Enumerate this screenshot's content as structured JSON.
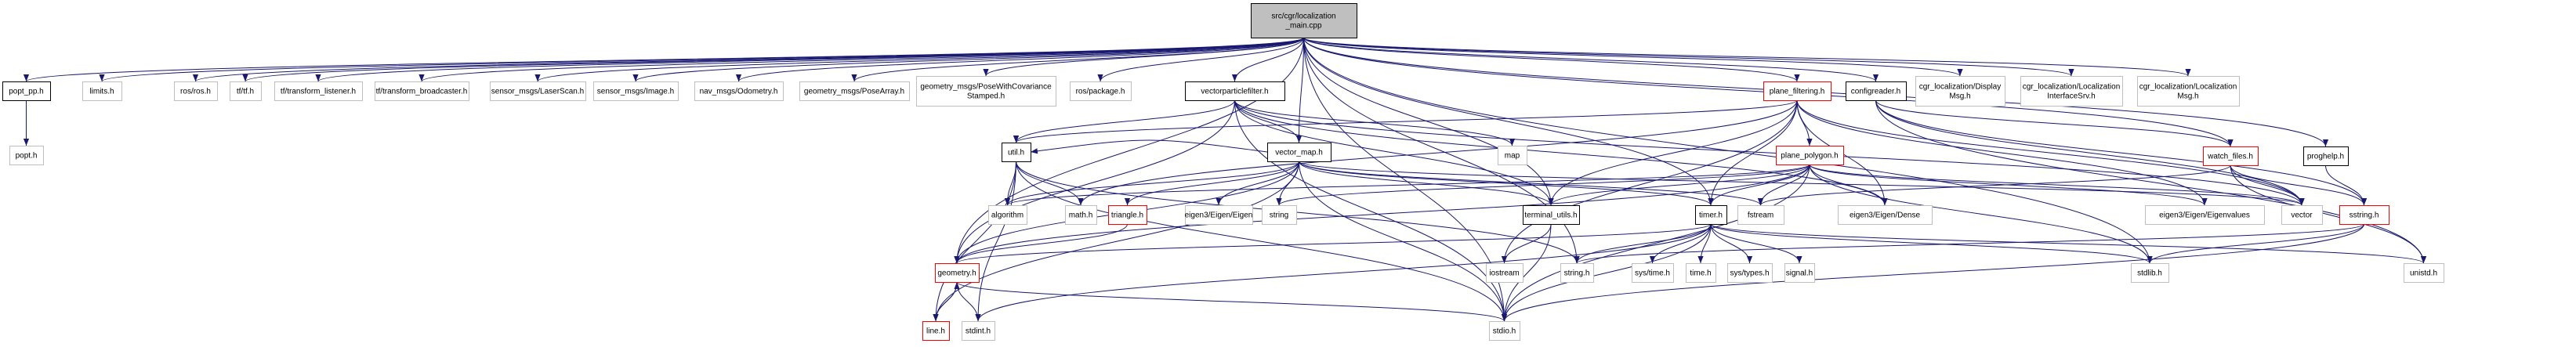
{
  "title": "src/cgr/localization_main.cpp include dependency graph",
  "colors": {
    "edge": "#191970",
    "root_fill": "#bfbfbf",
    "root_border": "#000000",
    "documented_border": "#000000",
    "external_border": "#bfbfbf",
    "incomplete_border": "#ff0000"
  },
  "nodes": [
    {
      "id": "root",
      "lines": [
        "src/cgr/localization",
        "_main.cpp"
      ],
      "kind": "root"
    },
    {
      "id": "popt_pp",
      "lines": [
        "popt_pp.h"
      ],
      "kind": "documented"
    },
    {
      "id": "limits",
      "lines": [
        "limits.h"
      ],
      "kind": "external"
    },
    {
      "id": "ros_ros",
      "lines": [
        "ros/ros.h"
      ],
      "kind": "external"
    },
    {
      "id": "tf_tf",
      "lines": [
        "tf/tf.h"
      ],
      "kind": "external"
    },
    {
      "id": "tf_listener",
      "lines": [
        "tf/transform_listener.h"
      ],
      "kind": "external"
    },
    {
      "id": "tf_broadcaster",
      "lines": [
        "tf/transform_broadcaster.h"
      ],
      "kind": "external"
    },
    {
      "id": "laserscan",
      "lines": [
        "sensor_msgs/LaserScan.h"
      ],
      "kind": "external"
    },
    {
      "id": "image",
      "lines": [
        "sensor_msgs/Image.h"
      ],
      "kind": "external"
    },
    {
      "id": "odometry",
      "lines": [
        "nav_msgs/Odometry.h"
      ],
      "kind": "external"
    },
    {
      "id": "posearray",
      "lines": [
        "geometry_msgs/PoseArray.h"
      ],
      "kind": "external"
    },
    {
      "id": "posecov",
      "lines": [
        "geometry_msgs/PoseWithCovariance",
        "Stamped.h"
      ],
      "kind": "external"
    },
    {
      "id": "ros_package",
      "lines": [
        "ros/package.h"
      ],
      "kind": "external"
    },
    {
      "id": "vpf",
      "lines": [
        "vectorparticlefilter.h"
      ],
      "kind": "documented"
    },
    {
      "id": "plane_filtering",
      "lines": [
        "plane_filtering.h"
      ],
      "kind": "incomplete"
    },
    {
      "id": "configreader",
      "lines": [
        "configreader.h"
      ],
      "kind": "documented"
    },
    {
      "id": "displaymsg",
      "lines": [
        "cgr_localization/Display",
        "Msg.h"
      ],
      "kind": "external"
    },
    {
      "id": "locsrv",
      "lines": [
        "cgr_localization/Localization",
        "InterfaceSrv.h"
      ],
      "kind": "external"
    },
    {
      "id": "locmsg",
      "lines": [
        "cgr_localization/Localization",
        "Msg.h"
      ],
      "kind": "external"
    },
    {
      "id": "popt",
      "lines": [
        "popt.h"
      ],
      "kind": "external"
    },
    {
      "id": "util",
      "lines": [
        "util.h"
      ],
      "kind": "documented"
    },
    {
      "id": "vector_map",
      "lines": [
        "vector_map.h"
      ],
      "kind": "documented"
    },
    {
      "id": "map",
      "lines": [
        "map"
      ],
      "kind": "external"
    },
    {
      "id": "plane_polygon",
      "lines": [
        "plane_polygon.h"
      ],
      "kind": "incomplete"
    },
    {
      "id": "watch_files",
      "lines": [
        "watch_files.h"
      ],
      "kind": "incomplete"
    },
    {
      "id": "proghelp",
      "lines": [
        "proghelp.h"
      ],
      "kind": "documented"
    },
    {
      "id": "algorithm",
      "lines": [
        "algorithm"
      ],
      "kind": "external"
    },
    {
      "id": "math",
      "lines": [
        "math.h"
      ],
      "kind": "external"
    },
    {
      "id": "triangle",
      "lines": [
        "triangle.h"
      ],
      "kind": "incomplete"
    },
    {
      "id": "eigen",
      "lines": [
        "eigen3/Eigen/Eigen"
      ],
      "kind": "external"
    },
    {
      "id": "string",
      "lines": [
        "string"
      ],
      "kind": "external"
    },
    {
      "id": "terminal_utils",
      "lines": [
        "terminal_utils.h"
      ],
      "kind": "documented"
    },
    {
      "id": "timer",
      "lines": [
        "timer.h"
      ],
      "kind": "documented"
    },
    {
      "id": "fstream",
      "lines": [
        "fstream"
      ],
      "kind": "external"
    },
    {
      "id": "eigen_dense",
      "lines": [
        "eigen3/Eigen/Dense"
      ],
      "kind": "external"
    },
    {
      "id": "eigen_values",
      "lines": [
        "eigen3/Eigen/Eigenvalues"
      ],
      "kind": "external"
    },
    {
      "id": "vector",
      "lines": [
        "vector"
      ],
      "kind": "external"
    },
    {
      "id": "sstring",
      "lines": [
        "sstring.h"
      ],
      "kind": "incomplete"
    },
    {
      "id": "geometry",
      "lines": [
        "geometry.h"
      ],
      "kind": "incomplete"
    },
    {
      "id": "iostream",
      "lines": [
        "iostream"
      ],
      "kind": "external"
    },
    {
      "id": "string_h",
      "lines": [
        "string.h"
      ],
      "kind": "external"
    },
    {
      "id": "systime",
      "lines": [
        "sys/time.h"
      ],
      "kind": "external"
    },
    {
      "id": "time",
      "lines": [
        "time.h"
      ],
      "kind": "external"
    },
    {
      "id": "systypes",
      "lines": [
        "sys/types.h"
      ],
      "kind": "external"
    },
    {
      "id": "signal",
      "lines": [
        "signal.h"
      ],
      "kind": "external"
    },
    {
      "id": "stdlib",
      "lines": [
        "stdlib.h"
      ],
      "kind": "external"
    },
    {
      "id": "unistd",
      "lines": [
        "unistd.h"
      ],
      "kind": "external"
    },
    {
      "id": "line",
      "lines": [
        "line.h"
      ],
      "kind": "incomplete"
    },
    {
      "id": "stdint",
      "lines": [
        "stdint.h"
      ],
      "kind": "external"
    },
    {
      "id": "stdio",
      "lines": [
        "stdio.h"
      ],
      "kind": "external"
    }
  ],
  "edges": [
    [
      "root",
      "popt_pp"
    ],
    [
      "root",
      "limits"
    ],
    [
      "root",
      "ros_ros"
    ],
    [
      "root",
      "tf_tf"
    ],
    [
      "root",
      "tf_listener"
    ],
    [
      "root",
      "tf_broadcaster"
    ],
    [
      "root",
      "laserscan"
    ],
    [
      "root",
      "image"
    ],
    [
      "root",
      "odometry"
    ],
    [
      "root",
      "posearray"
    ],
    [
      "root",
      "posecov"
    ],
    [
      "root",
      "ros_package"
    ],
    [
      "root",
      "vpf"
    ],
    [
      "root",
      "plane_filtering"
    ],
    [
      "root",
      "configreader"
    ],
    [
      "root",
      "displaymsg"
    ],
    [
      "root",
      "locsrv"
    ],
    [
      "root",
      "locmsg"
    ],
    [
      "root",
      "proghelp"
    ],
    [
      "root",
      "vector_map"
    ],
    [
      "root",
      "geometry"
    ],
    [
      "root",
      "stdio"
    ],
    [
      "root",
      "terminal_utils"
    ],
    [
      "root",
      "timer"
    ],
    [
      "root",
      "string_h"
    ],
    [
      "root",
      "stdlib"
    ],
    [
      "root",
      "watch_files"
    ],
    [
      "popt_pp",
      "popt"
    ],
    [
      "vpf",
      "util"
    ],
    [
      "vpf",
      "vector_map"
    ],
    [
      "vpf",
      "map"
    ],
    [
      "vpf",
      "geometry"
    ],
    [
      "vpf",
      "terminal_utils"
    ],
    [
      "vpf",
      "stdio"
    ],
    [
      "vpf",
      "vector"
    ],
    [
      "vpf",
      "eigen_dense"
    ],
    [
      "plane_filtering",
      "plane_polygon"
    ],
    [
      "plane_filtering",
      "timer"
    ],
    [
      "plane_filtering",
      "util"
    ],
    [
      "plane_filtering",
      "vector"
    ],
    [
      "plane_filtering",
      "eigen_dense"
    ],
    [
      "plane_filtering",
      "eigen_values"
    ],
    [
      "plane_filtering",
      "terminal_utils"
    ],
    [
      "plane_filtering",
      "iostream"
    ],
    [
      "plane_filtering",
      "math"
    ],
    [
      "configreader",
      "watch_files"
    ],
    [
      "configreader",
      "vector"
    ],
    [
      "configreader",
      "sstring"
    ],
    [
      "configreader",
      "unistd"
    ],
    [
      "util",
      "algorithm"
    ],
    [
      "util",
      "math"
    ],
    [
      "util",
      "line"
    ],
    [
      "util",
      "stdio"
    ],
    [
      "util",
      "string_h"
    ],
    [
      "util",
      "stdint"
    ],
    [
      "vector_map",
      "util"
    ],
    [
      "vector_map",
      "algorithm"
    ],
    [
      "vector_map",
      "triangle"
    ],
    [
      "vector_map",
      "eigen"
    ],
    [
      "vector_map",
      "string"
    ],
    [
      "vector_map",
      "terminal_utils"
    ],
    [
      "vector_map",
      "timer"
    ],
    [
      "vector_map",
      "fstream"
    ],
    [
      "vector_map",
      "vector"
    ],
    [
      "vector_map",
      "geometry"
    ],
    [
      "vector_map",
      "line"
    ],
    [
      "vector_map",
      "stdio"
    ],
    [
      "plane_polygon",
      "timer"
    ],
    [
      "plane_polygon",
      "fstream"
    ],
    [
      "plane_polygon",
      "eigen_dense"
    ],
    [
      "plane_polygon",
      "eigen_values"
    ],
    [
      "plane_polygon",
      "vector"
    ],
    [
      "plane_polygon",
      "string"
    ],
    [
      "plane_polygon",
      "terminal_utils"
    ],
    [
      "plane_polygon",
      "geometry"
    ],
    [
      "plane_polygon",
      "stdio"
    ],
    [
      "plane_polygon",
      "stdlib"
    ],
    [
      "plane_polygon",
      "algorithm"
    ],
    [
      "watch_files",
      "fstream"
    ],
    [
      "watch_files",
      "vector"
    ],
    [
      "watch_files",
      "sstring"
    ],
    [
      "watch_files",
      "unistd"
    ],
    [
      "proghelp",
      "sstring"
    ],
    [
      "triangle",
      "geometry"
    ],
    [
      "terminal_utils",
      "iostream"
    ],
    [
      "terminal_utils",
      "stdio"
    ],
    [
      "timer",
      "string_h"
    ],
    [
      "timer",
      "systime"
    ],
    [
      "timer",
      "time"
    ],
    [
      "timer",
      "systypes"
    ],
    [
      "timer",
      "signal"
    ],
    [
      "timer",
      "stdlib"
    ],
    [
      "timer",
      "unistd"
    ],
    [
      "timer",
      "stdio"
    ],
    [
      "timer",
      "geometry"
    ],
    [
      "timer",
      "stdint"
    ],
    [
      "sstring",
      "string_h"
    ],
    [
      "sstring",
      "stdlib"
    ],
    [
      "sstring",
      "stdio"
    ],
    [
      "geometry",
      "line"
    ],
    [
      "geometry",
      "stdint"
    ],
    [
      "geometry",
      "stdio"
    ],
    [
      "line",
      "geometry"
    ]
  ]
}
